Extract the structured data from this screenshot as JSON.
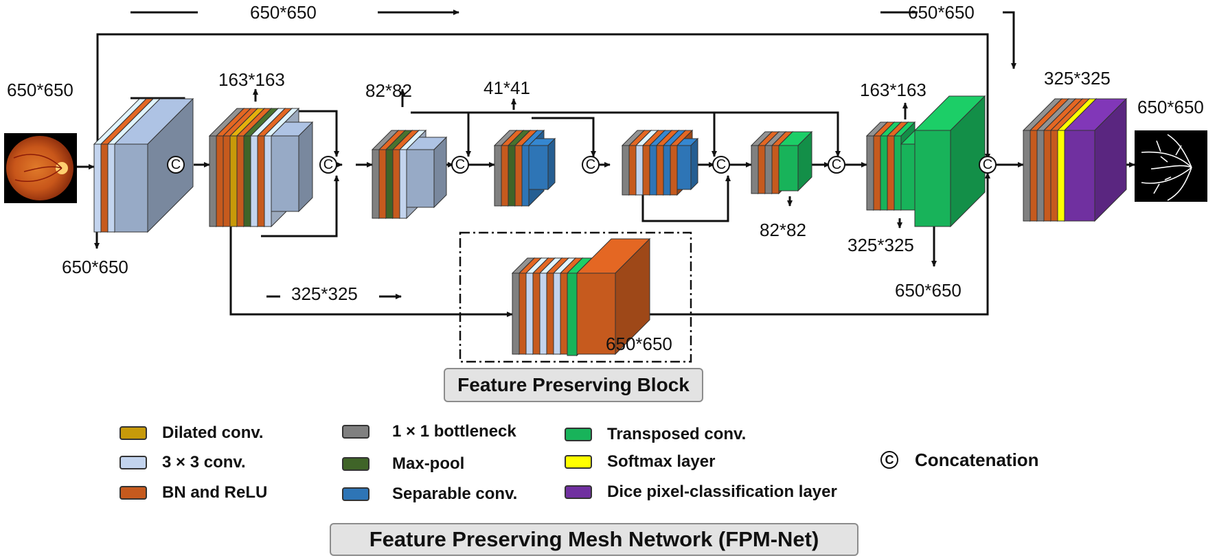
{
  "colors": {
    "dilated": "#c79a0a",
    "conv3x3": "#c3d4ee",
    "bnrelu": "#c65a1e",
    "bottleneck": "#808080",
    "maxpool": "#3f6428",
    "separable": "#2e75b6",
    "transposed": "#18b35a",
    "softmax": "#ffff00",
    "dice": "#7030a0",
    "face": "#97aac6"
  },
  "labels": {
    "top_skip": "650*650",
    "top_right": "650*650",
    "input_size": "650*650",
    "after_input": "650*650",
    "b2_top": "163*163",
    "b3_top": "82*82",
    "b4_top": "41*41",
    "b6_bottom": "82*82",
    "b7_top": "163*163",
    "b7_bottom": "325*325",
    "b7_out": "650*650",
    "fpb_in": "325*325",
    "fpb_out": "650*650",
    "final_top": "325*325",
    "output_size": "650*650",
    "concat_symbol": "C"
  },
  "fpb_title": "Feature Preserving Block",
  "net_title": "Feature Preserving Mesh Network (FPM-Net)",
  "legend": [
    {
      "label": "Dilated conv.",
      "color": "#c79a0a",
      "icon": "dilated-conv-swatch"
    },
    {
      "label": "3 × 3 conv.",
      "color": "#c3d4ee",
      "icon": "conv3x3-swatch"
    },
    {
      "label": "BN and ReLU",
      "color": "#c65a1e",
      "icon": "bn-relu-swatch"
    },
    {
      "label": "1 × 1 bottleneck",
      "color": "#808080",
      "icon": "bottleneck-swatch"
    },
    {
      "label": "Max-pool",
      "color": "#3f6428",
      "icon": "maxpool-swatch"
    },
    {
      "label": "Separable conv.",
      "color": "#2e75b6",
      "icon": "separable-conv-swatch"
    },
    {
      "label": "Transposed conv.",
      "color": "#18b35a",
      "icon": "transposed-conv-swatch"
    },
    {
      "label": "Softmax layer",
      "color": "#ffff00",
      "icon": "softmax-swatch"
    },
    {
      "label": "Dice pixel-classification layer",
      "color": "#7030a0",
      "icon": "dice-swatch"
    }
  ],
  "concat_legend": "Concatenation"
}
